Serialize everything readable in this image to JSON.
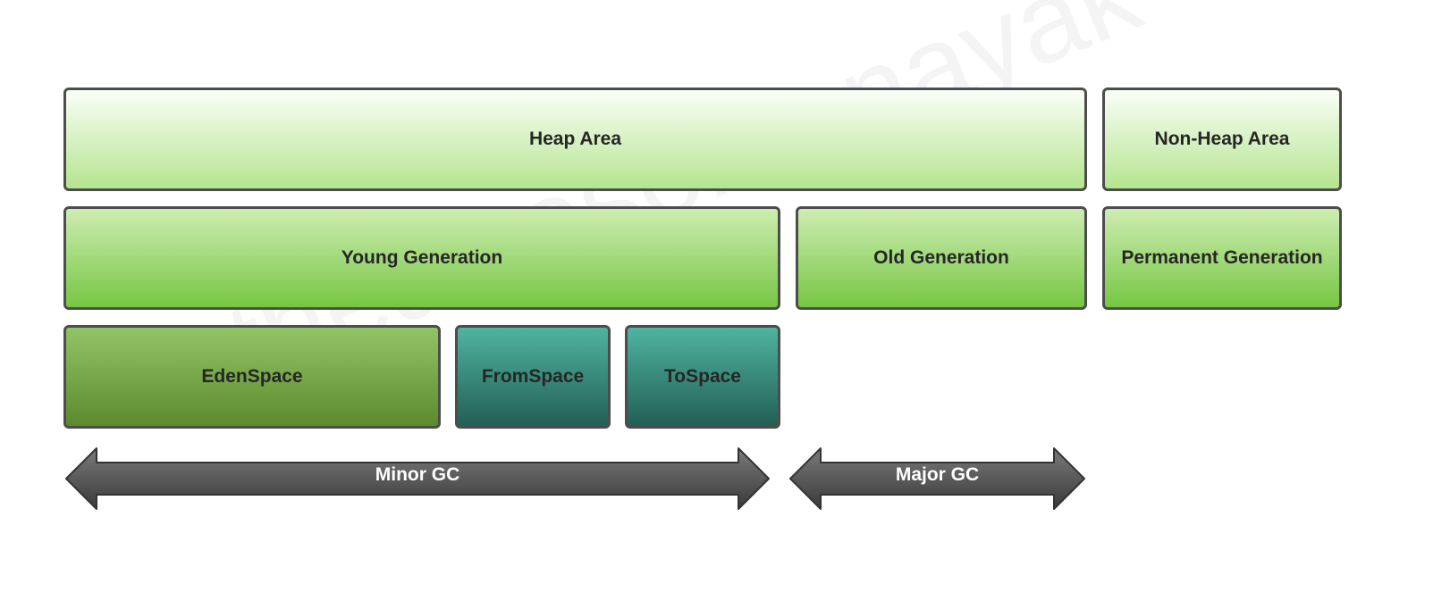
{
  "watermark": "theawesomenayak",
  "blocks": {
    "heap_area": "Heap Area",
    "non_heap_area": "Non-Heap Area",
    "young_generation": "Young Generation",
    "old_generation": "Old Generation",
    "permanent_generation": "Permanent Generation",
    "eden_space": "EdenSpace",
    "from_space": "FromSpace",
    "to_space": "ToSpace"
  },
  "arrows": {
    "minor_gc": "Minor GC",
    "major_gc": "Major GC"
  },
  "colors": {
    "light_green": "#b5e58e",
    "mid_green": "#77c644",
    "dark_green": "#5c8a2c",
    "teal": "#235f55",
    "arrow_gray": "#4a4a4a",
    "border": "#4d4d4d"
  }
}
